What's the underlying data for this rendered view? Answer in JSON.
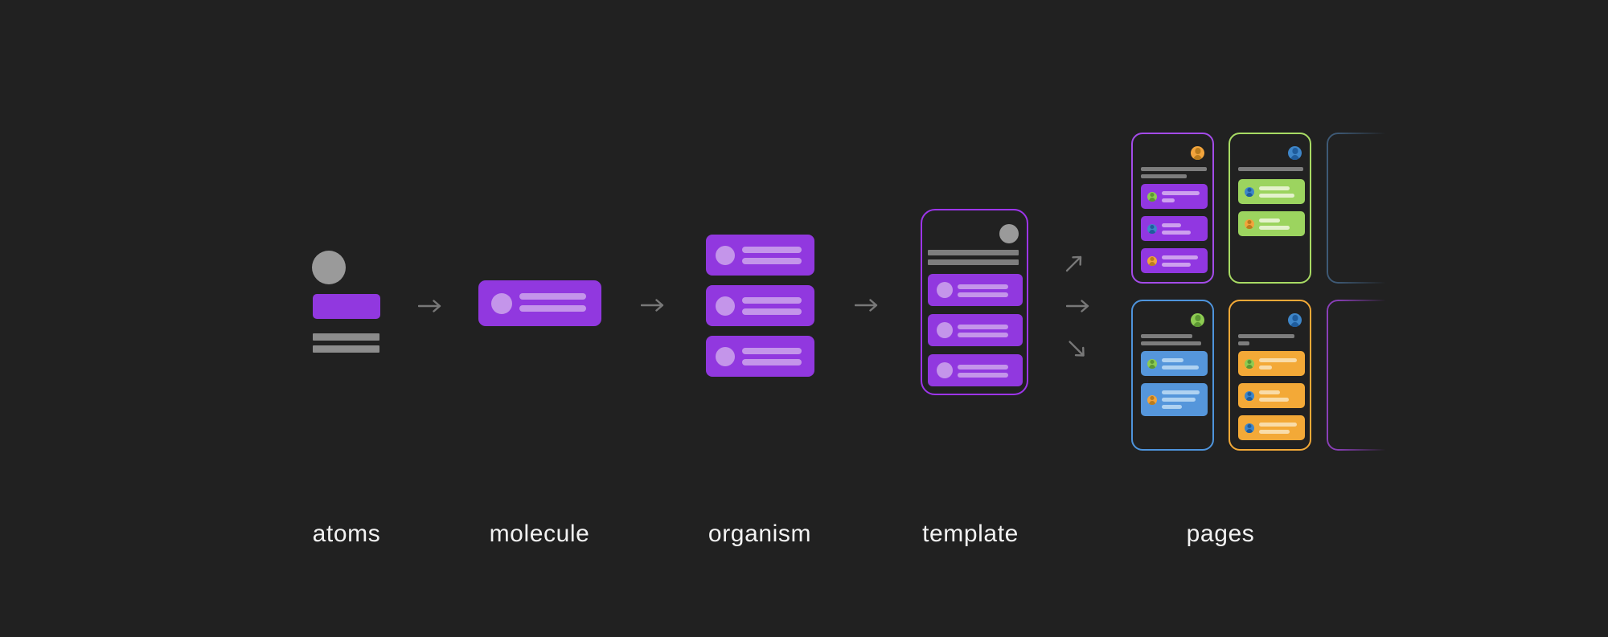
{
  "diagram": {
    "title": "atomic design flow",
    "palette": {
      "background": "#212121",
      "label_text": "#F2F2F2",
      "gray_circle": "#9A9A9A",
      "gray_bar": "#8C8C8C",
      "template_gray_bar": "#7E7E7E",
      "page_gray_bar": "#7D7D7D",
      "arrow": "#787878",
      "purple_fill": "#9138DF",
      "purple_light": "#C495EA",
      "template_border": "#9D35EA",
      "card_purple": "#9137E1",
      "card_purple_line": "#CDA0EE",
      "card_green": "#9CD45F",
      "card_green_line": "#E4F2CC",
      "card_blue": "#5596DB",
      "card_blue_line": "#AFD2F1",
      "card_orange": "#F3A937",
      "card_orange_line": "#F9DCA8",
      "avatar_orange_bg": "#F2A43C",
      "avatar_orange_fg": "#BA7C1D",
      "avatar_blue_bg": "#3E86C9",
      "avatar_blue_fg": "#1F5C9C",
      "avatar_green_bg": "#8DCB52",
      "avatar_green_fg": "#5C9733"
    },
    "stages": [
      {
        "id": "atoms",
        "label": "atoms"
      },
      {
        "id": "molecule",
        "label": "molecule"
      },
      {
        "id": "organism",
        "label": "organism"
      },
      {
        "id": "template",
        "label": "template"
      },
      {
        "id": "pages",
        "label": "pages"
      }
    ],
    "icons": {
      "flow_arrow": "arrow-right-icon",
      "fan_arrows": [
        "arrow-up-right-icon",
        "arrow-right-icon",
        "arrow-down-right-icon"
      ],
      "avatar": "user-avatar-icon"
    },
    "organism": {
      "card_count": 3
    },
    "template": {
      "card_count": 3,
      "header_bars": 2,
      "header_circle": "gray"
    },
    "pages": [
      {
        "name": "page-purple",
        "row": 0,
        "col": 0,
        "theme": "purple",
        "border": "#A44BE9",
        "header_avatar": "orange",
        "header_bars": [
          82,
          57
        ],
        "faded": false,
        "cards": [
          {
            "avatar": "green",
            "lines": [
              47,
              16
            ]
          },
          {
            "avatar": "blue",
            "lines": [
              24,
              36
            ]
          },
          {
            "avatar": "orange",
            "lines": [
              45,
              36
            ]
          }
        ]
      },
      {
        "name": "page-green",
        "row": 0,
        "col": 1,
        "theme": "green",
        "border": "#A8DB64",
        "header_avatar": "blue",
        "header_bars": [
          81
        ],
        "faded": false,
        "cards": [
          {
            "avatar": "blue",
            "lines": [
              38,
              44
            ]
          },
          {
            "avatar": "orange",
            "lines": [
              26,
              38
            ]
          }
        ]
      },
      {
        "name": "page-slate-faded",
        "row": 0,
        "col": 2,
        "theme": "purple",
        "border": "#3E5A76",
        "header_avatar": null,
        "header_bars": [],
        "faded": true,
        "cards": []
      },
      {
        "name": "page-blue",
        "row": 1,
        "col": 0,
        "theme": "blue",
        "border": "#4E94DC",
        "header_avatar": "green",
        "header_bars": [
          64,
          75
        ],
        "faded": false,
        "cards": [
          {
            "avatar": "green",
            "lines": [
              27,
              46
            ]
          },
          {
            "avatar": "orange",
            "lines": [
              47,
              42,
              25
            ]
          }
        ]
      },
      {
        "name": "page-orange",
        "row": 1,
        "col": 1,
        "theme": "orange",
        "border": "#F3A937",
        "header_avatar": "blue",
        "header_bars": [
          70,
          14
        ],
        "faded": false,
        "cards": [
          {
            "avatar": "green",
            "lines": [
              47,
              16
            ]
          },
          {
            "avatar": "blue",
            "lines": [
              26,
              37
            ]
          },
          {
            "avatar": "blue",
            "lines": [
              47,
              38
            ]
          }
        ]
      },
      {
        "name": "page-purple-faded",
        "row": 1,
        "col": 2,
        "theme": "purple",
        "border": "#8A3FB8",
        "header_avatar": null,
        "header_bars": [],
        "faded": true,
        "cards": []
      }
    ]
  }
}
